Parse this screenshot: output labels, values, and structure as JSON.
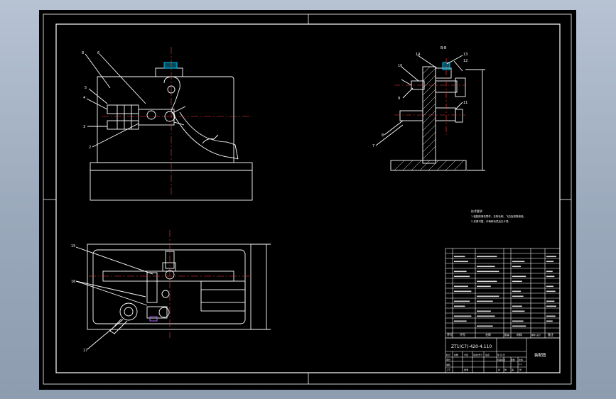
{
  "drawing": {
    "background": "#000000",
    "line_color": "#ffffff",
    "center_color": "#ff3b3b",
    "accent_cyan": "#00d0ff",
    "accent_purple": "#b070ff",
    "frame": {
      "title_block_code": "ZT1(C7)-420-4.110",
      "title_block_name": "装配图",
      "title_header_labels": [
        "标记",
        "处数",
        "分区",
        "更改文件号",
        "签名",
        "年.月.日"
      ],
      "title_footer_labels": [
        "设计",
        "审核",
        "工艺",
        "批准"
      ],
      "title_stage_labels": [
        "阶段标记",
        "重量",
        "比例"
      ],
      "title_scale": "1:1",
      "title_sheet_labels": [
        "共",
        "张",
        "第",
        "张"
      ],
      "bom_footer": [
        "序号",
        "代号",
        "名称",
        "数量",
        "材料",
        "单件 总计",
        "备注"
      ]
    },
    "front_view": {
      "balloons": [
        "8",
        "6",
        "5",
        "4",
        "3",
        "2"
      ]
    },
    "top_view": {
      "balloons": [
        "15",
        "16",
        "17"
      ]
    },
    "side_view": {
      "title": "B-B",
      "balloons": [
        "14",
        "13",
        "12",
        "11",
        "10",
        "9",
        "8",
        "7"
      ]
    },
    "notes": {
      "heading": "技术要求",
      "lines": [
        "1.装配前清洗零件，去除毛刺、飞边及锐角倒钝。",
        "2.夹紧可靠，手柄转动灵活无卡滞。"
      ]
    }
  }
}
